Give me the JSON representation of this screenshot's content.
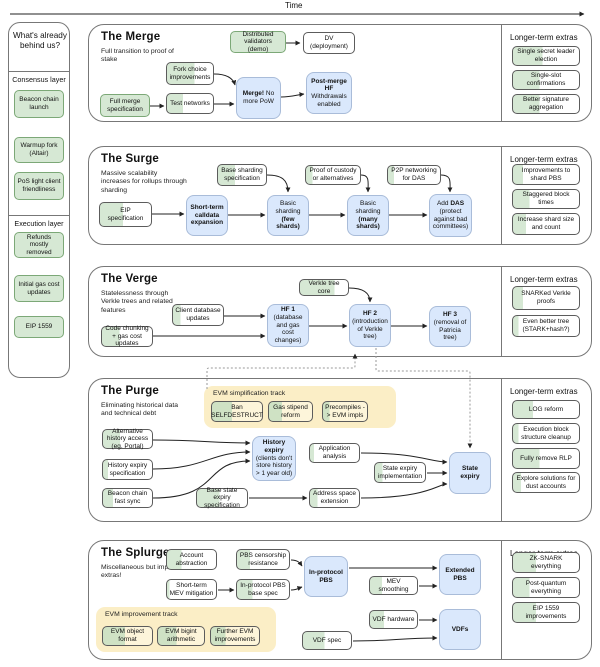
{
  "time": {
    "label": "Time"
  },
  "sidebar": {
    "title": "What's already behind us?",
    "groups": [
      {
        "label": "Consensus layer",
        "items": [
          {
            "id": "beacon-chain-launch",
            "label": "Beacon chain launch"
          },
          {
            "id": "warmup-fork-altair",
            "label": "Warmup fork (Altair)"
          },
          {
            "id": "pos-light-client",
            "label": "PoS light client friendliness"
          }
        ]
      },
      {
        "label": "Execution layer",
        "items": [
          {
            "id": "refunds-removed",
            "label": "Refunds mostly removed"
          },
          {
            "id": "initial-gas-updates",
            "label": "Initial gas cost updates"
          },
          {
            "id": "eip-1559",
            "label": "EIP 1559"
          }
        ]
      }
    ]
  },
  "colors": {
    "done_green": "#d6e8d4",
    "milestone_blue": "#dae8fc",
    "track_yellow": "#fbeec6"
  },
  "sections": [
    {
      "id": "merge",
      "title": "The Merge",
      "subtitle": "Full transition to proof of stake",
      "extras_title": "Longer-term extras",
      "nodes": [
        {
          "id": "distributed-validators",
          "label": "Distributed validators (demo)",
          "kind": "green"
        },
        {
          "id": "dv-deployment",
          "label": "DV (deployment)",
          "kind": "spec",
          "progress": 0
        },
        {
          "id": "fork-choice-improvements",
          "label": "Fork choice improvements",
          "kind": "spec",
          "progress": 60
        },
        {
          "id": "full-merge-spec",
          "label": "Full merge specification",
          "kind": "green"
        },
        {
          "id": "test-networks",
          "label": "Test networks",
          "kind": "spec",
          "progress": 35
        },
        {
          "id": "merge-milestone",
          "label": "Merge! No more PoW",
          "strong": "Merge!",
          "kind": "milestone"
        },
        {
          "id": "post-merge-hf",
          "label": "Post-merge HF Withdrawals enabled",
          "strong": "Post-merge HF",
          "kind": "milestone"
        }
      ],
      "tracks": [],
      "extras": [
        {
          "id": "single-secret-leader",
          "label": "Single secret leader election",
          "progress": 45
        },
        {
          "id": "single-slot-confirmations",
          "label": "Single-slot confirmations",
          "progress": 40
        },
        {
          "id": "better-signature-aggregation",
          "label": "Better signature aggregation",
          "progress": 40
        }
      ]
    },
    {
      "id": "surge",
      "title": "The Surge",
      "subtitle": "Massive scalability increases for rollups through sharding",
      "extras_title": "Longer-term extras",
      "nodes": [
        {
          "id": "eip-specification",
          "label": "EIP specification",
          "kind": "spec",
          "progress": 45
        },
        {
          "id": "short-term-calldata",
          "label": "Short-term calldata expansion",
          "strong": "Short-term calldata expansion",
          "kind": "milestone"
        },
        {
          "id": "base-sharding-spec",
          "label": "Base sharding specification",
          "kind": "spec",
          "progress": 35
        },
        {
          "id": "basic-sharding-few",
          "label": "Basic sharding (few shards)",
          "strong": "(few shards)",
          "kind": "milestone"
        },
        {
          "id": "proof-of-custody",
          "label": "Proof of custody or alternatives",
          "kind": "spec",
          "progress": 12
        },
        {
          "id": "basic-sharding-many",
          "label": "Basic sharding (many shards)",
          "strong": "(many shards)",
          "kind": "milestone"
        },
        {
          "id": "p2p-networking-das",
          "label": "P2P networking for DAS",
          "kind": "spec",
          "progress": 12
        },
        {
          "id": "add-das",
          "label": "Add DAS (protect against bad committees)",
          "strong": "DAS",
          "kind": "milestone"
        }
      ],
      "tracks": [],
      "extras": [
        {
          "id": "improvements-shard-pbs",
          "label": "Improvements to shard PBS",
          "progress": 15
        },
        {
          "id": "staggered-block-times",
          "label": "Staggered block times",
          "progress": 25
        },
        {
          "id": "increase-shard-size",
          "label": "Increase shard size and count",
          "progress": 20
        }
      ]
    },
    {
      "id": "verge",
      "title": "The Verge",
      "subtitle": "Statelessness through Verkle trees and related features",
      "extras_title": "Longer-term extras",
      "nodes": [
        {
          "id": "client-database-updates",
          "label": "Client database updates",
          "kind": "spec",
          "progress": 15
        },
        {
          "id": "code-chunking",
          "label": "Code chunking + gas cost updates",
          "kind": "spec",
          "progress": 35
        },
        {
          "id": "verkle-tree-core",
          "label": "Verkle tree core",
          "kind": "spec",
          "progress": 72
        },
        {
          "id": "hf1",
          "label": "HF 1 (database and gas cost changes)",
          "strong": "HF 1",
          "kind": "milestone"
        },
        {
          "id": "hf2",
          "label": "HF 2 (introduction of Verkle tree)",
          "strong": "HF 2",
          "kind": "milestone"
        },
        {
          "id": "hf3",
          "label": "HF 3 (removal of Patricia tree)",
          "strong": "HF 3",
          "kind": "milestone"
        }
      ],
      "tracks": [],
      "extras": [
        {
          "id": "snarked-verkle-proofs",
          "label": "SNARKed Verkle proofs",
          "progress": 15
        },
        {
          "id": "even-better-tree",
          "label": "Even better tree (STARK+hash?)",
          "progress": 8
        }
      ]
    },
    {
      "id": "purge",
      "title": "The Purge",
      "subtitle": "Eliminating historical data and technical debt",
      "extras_title": "Longer-term extras",
      "nodes": [
        {
          "id": "alternative-history-access",
          "label": "Alternative history access (eg. Portal)",
          "kind": "spec",
          "progress": 35
        },
        {
          "id": "history-expiry-spec",
          "label": "History expiry specification",
          "kind": "spec",
          "progress": 10
        },
        {
          "id": "beacon-chain-fast-sync",
          "label": "Beacon chain fast sync",
          "kind": "spec",
          "progress": 20
        },
        {
          "id": "history-expiry",
          "label": "History expiry (clients don't store history > 1 year old)",
          "strong": "History expiry",
          "kind": "milestone"
        },
        {
          "id": "application-analysis",
          "label": "Application analysis",
          "kind": "spec",
          "progress": 8
        },
        {
          "id": "state-expiry-implementation",
          "label": "State expiry implementation",
          "kind": "spec",
          "progress": 15
        },
        {
          "id": "base-state-expiry-spec",
          "label": "Base state expiry specification",
          "kind": "spec",
          "progress": 45
        },
        {
          "id": "address-space-extension",
          "label": "Address space extension",
          "kind": "spec",
          "progress": 15
        },
        {
          "id": "state-expiry",
          "label": "State expiry",
          "strong": "State expiry",
          "kind": "milestone"
        }
      ],
      "tracks": [
        {
          "id": "evm-simplification-track",
          "title": "EVM simplification track",
          "items": [
            {
              "id": "ban-selfdestruct",
              "label": "Ban SELFDESTRUCT",
              "progress": 40
            },
            {
              "id": "gas-stipend-reform",
              "label": "Gas stipend reform",
              "progress": 30
            },
            {
              "id": "precompiles-evm-impls",
              "label": "Precompiles -> EVM impls",
              "progress": 15
            }
          ]
        }
      ],
      "extras": [
        {
          "id": "log-reform",
          "label": "LOG reform",
          "progress": 30
        },
        {
          "id": "execution-block-cleanup",
          "label": "Execution block structure cleanup",
          "progress": 8
        },
        {
          "id": "fully-remove-rlp",
          "label": "Fully remove RLP",
          "progress": 40
        },
        {
          "id": "dust-accounts",
          "label": "Explore solutions for dust accounts",
          "progress": 12
        }
      ]
    },
    {
      "id": "splurge",
      "title": "The Splurge",
      "subtitle": "Miscellaneous but important extras!",
      "extras_title": "Longer-term extras",
      "nodes": [
        {
          "id": "account-abstraction",
          "label": "Account abstraction",
          "kind": "spec",
          "progress": 30
        },
        {
          "id": "pbs-censorship-resistance",
          "label": "PBS censorship resistance",
          "kind": "spec",
          "progress": 25
        },
        {
          "id": "short-term-mev-mitigation",
          "label": "Short-term MEV mitigation",
          "kind": "spec",
          "progress": 5
        },
        {
          "id": "in-protocol-pbs-base-spec",
          "label": "In-protocol PBS base spec",
          "kind": "spec",
          "progress": 30
        },
        {
          "id": "in-protocol-pbs",
          "label": "In-protocol PBS",
          "strong": "In-protocol PBS",
          "kind": "milestone"
        },
        {
          "id": "mev-smoothing",
          "label": "MEV smoothing",
          "kind": "spec",
          "progress": 25
        },
        {
          "id": "extended-pbs",
          "label": "Extended PBS",
          "strong": "Extended PBS",
          "kind": "milestone"
        },
        {
          "id": "vdf-hardware",
          "label": "VDF hardware",
          "kind": "spec",
          "progress": 30
        },
        {
          "id": "vdf-spec",
          "label": "VDF spec",
          "kind": "spec",
          "progress": 45
        },
        {
          "id": "vdfs",
          "label": "VDFs",
          "strong": "VDFs",
          "kind": "milestone"
        }
      ],
      "tracks": [
        {
          "id": "evm-improvement-track",
          "title": "EVM improvement track",
          "items": [
            {
              "id": "evm-object-format",
              "label": "EVM object format",
              "progress": 45
            },
            {
              "id": "evm-bigint-arithmetic",
              "label": "EVM bigint arithmetic",
              "progress": 40
            },
            {
              "id": "further-evm-improvements",
              "label": "Further EVM improvements",
              "progress": 30
            }
          ]
        }
      ],
      "extras": [
        {
          "id": "zk-snark-everything",
          "label": "ZK-SNARK everything",
          "progress": 35
        },
        {
          "id": "post-quantum-everything",
          "label": "Post-quantum everything",
          "progress": 25
        },
        {
          "id": "eip-1559-improvements",
          "label": "EIP 1559 improvements",
          "progress": 35
        }
      ]
    }
  ]
}
